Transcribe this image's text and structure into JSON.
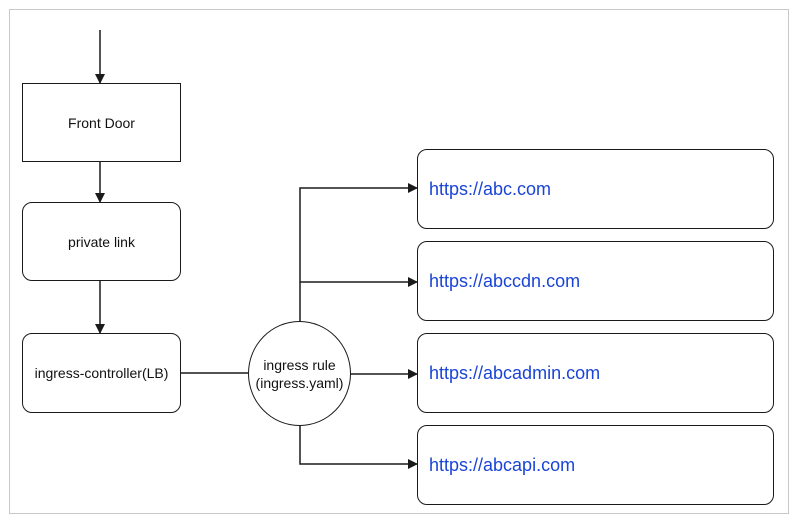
{
  "nodes": {
    "front_door": "Front Door",
    "private_link": "private link",
    "ingress_controller": "ingress-controller(LB)",
    "ingress_rule": {
      "line1": "ingress rule",
      "line2": "(ingress.yaml)"
    }
  },
  "targets": [
    "https://abc.com",
    "https://abccdn.com",
    "https://abcadmin.com",
    "https://abcapi.com"
  ],
  "colors": {
    "link_text": "#1a44d6",
    "stroke": "#1a1a1a"
  }
}
